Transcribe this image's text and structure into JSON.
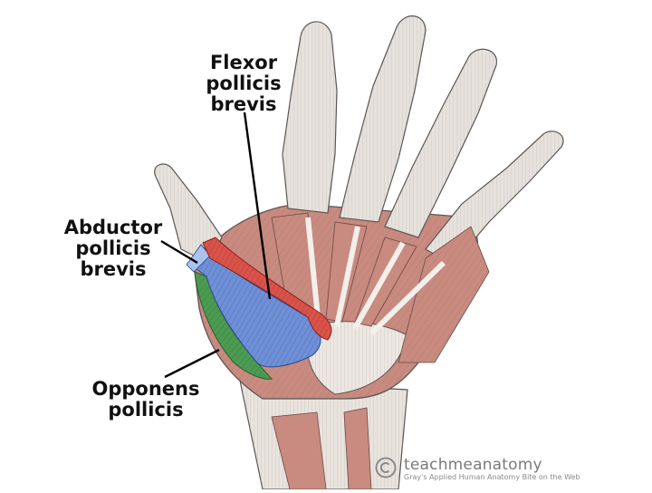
{
  "labels": {
    "flexor_pollicis_brevis": [
      "Flexor",
      "pollicis",
      "brevis"
    ],
    "abductor_pollicis_brevis": [
      "Abductor",
      "pollicis",
      "brevis"
    ],
    "opponens_pollicis": [
      "Opponens",
      "pollicis"
    ]
  },
  "watermark": {
    "brand": "teachmeanatomy",
    "source": "Gray's Applied Human Anatomy Bite on the Web"
  },
  "colors": {
    "flexor_pollicis_brevis": "#d9534a",
    "abductor_pollicis_brevis": "#6f8fd6",
    "opponens_pollicis": "#4c9b52",
    "muscle": "#c98a7f",
    "tendon": "#e6e1dc",
    "outline": "#5a5552"
  },
  "icons": {
    "watermark_logo": "copyright-circle-icon"
  }
}
